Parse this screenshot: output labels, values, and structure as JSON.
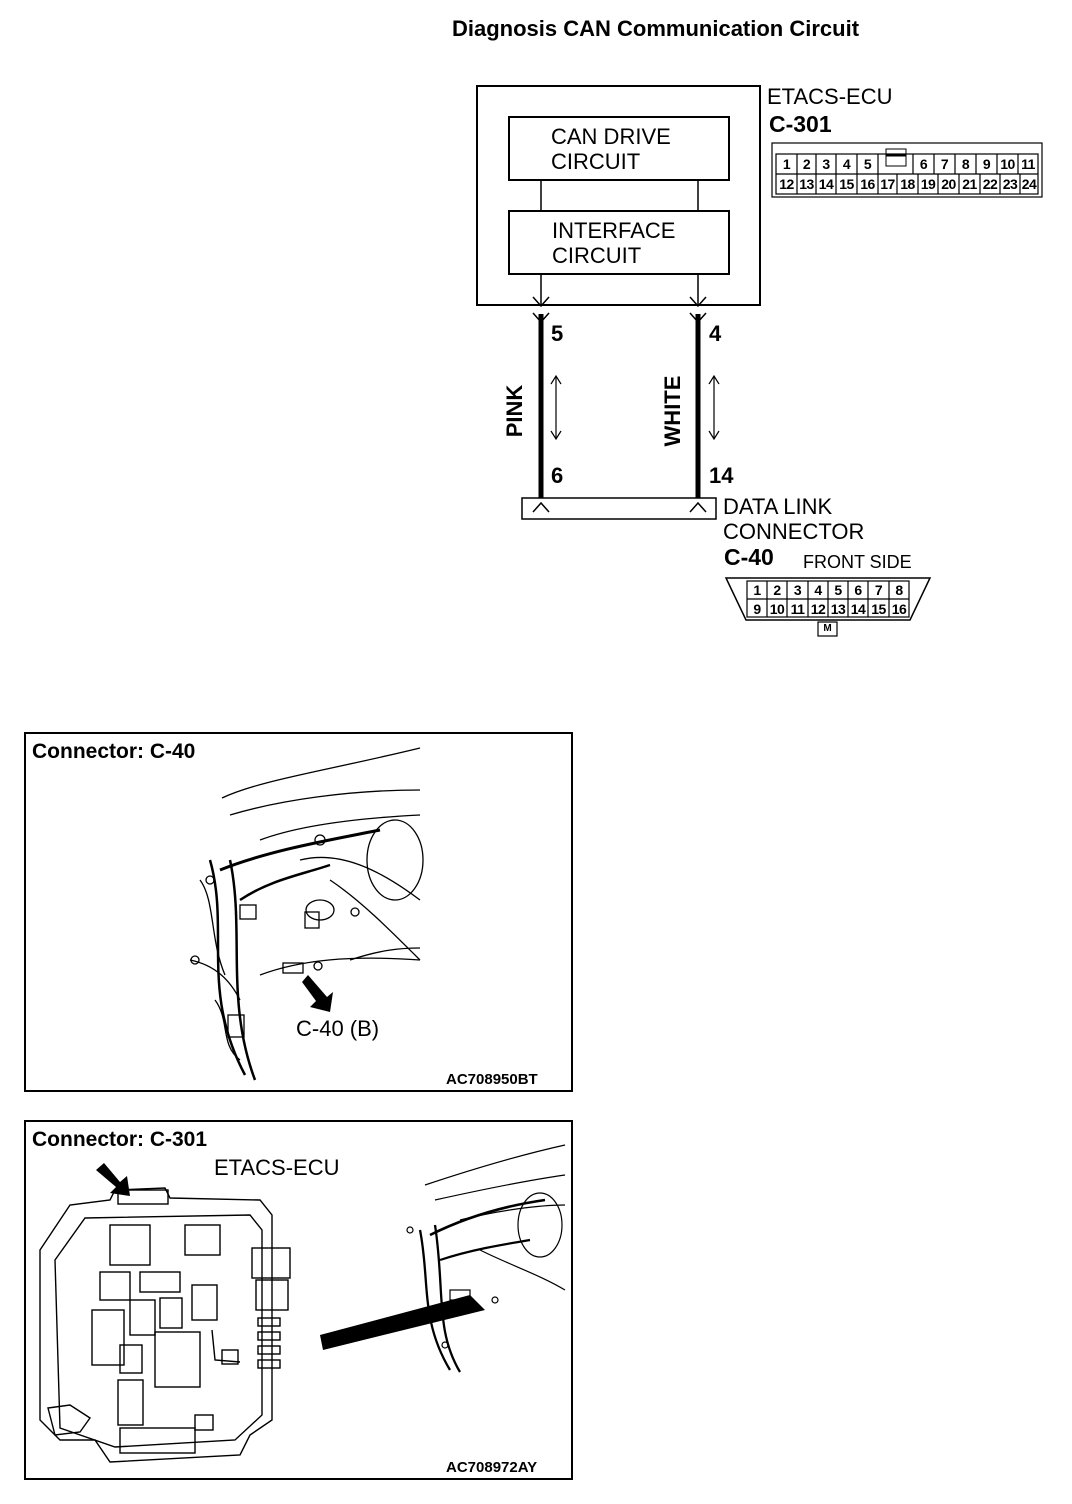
{
  "title": "Diagnosis CAN Communication Circuit",
  "ecu": {
    "name": "ETACS-ECU",
    "connector": "C-301",
    "inner_blocks": [
      "CAN DRIVE\nCIRCUIT",
      "INTERFACE\nCIRCUIT"
    ],
    "pins_row1": [
      "1",
      "2",
      "3",
      "4",
      "5",
      "",
      "6",
      "7",
      "8",
      "9",
      "10",
      "11"
    ],
    "pins_row2": [
      "12",
      "13",
      "14",
      "15",
      "16",
      "17",
      "18",
      "19",
      "20",
      "21",
      "22",
      "23",
      "24"
    ]
  },
  "wires": [
    {
      "color_label": "PINK",
      "ecu_pin": "5",
      "dlc_pin": "6"
    },
    {
      "color_label": "WHITE",
      "ecu_pin": "4",
      "dlc_pin": "14"
    }
  ],
  "dlc": {
    "name_line1": "DATA LINK",
    "name_line2": "CONNECTOR",
    "connector": "C-40",
    "view": "FRONT SIDE",
    "pins_row1": [
      "1",
      "2",
      "3",
      "4",
      "5",
      "6",
      "7",
      "8"
    ],
    "pins_row2": [
      "9",
      "10",
      "11",
      "12",
      "13",
      "14",
      "15",
      "16"
    ],
    "key_mark": "M"
  },
  "panel1": {
    "title": "Connector: C-40",
    "callout": "C-40 (B)",
    "code": "AC708950BT"
  },
  "panel2": {
    "title": "Connector: C-301",
    "callout": "ETACS-ECU",
    "code": "AC708972AY"
  }
}
